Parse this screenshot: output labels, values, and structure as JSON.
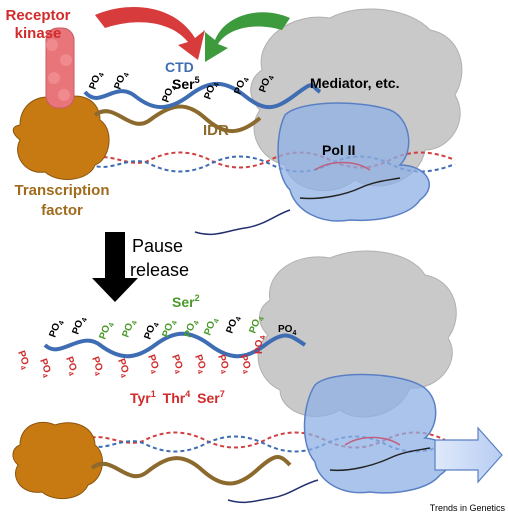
{
  "labels": {
    "receptor_kinase": [
      "Receptor",
      "kinase"
    ],
    "ctd": "CTD",
    "ser5": "Ser",
    "ser5_sup": "5",
    "mediator": "Mediator, etc.",
    "idr": "IDR",
    "pol2_top": "Pol II",
    "transcription_factor": [
      "Transcription",
      "factor"
    ],
    "pause_release": [
      "Pause",
      "release"
    ],
    "ser2": "Ser",
    "ser2_sup": "2",
    "tyr": "Tyr",
    "tyr_sup": "1",
    "thr": "Thr",
    "thr_sup": "4",
    "ser7": "Ser",
    "ser7_sup": "7",
    "po4": "PO",
    "po4_sub": "4",
    "credit": "Trends in Genetics"
  },
  "colors": {
    "receptor": "#e8757a",
    "tf": "#c77a12",
    "ctd": "#3f6db3",
    "idr": "#8c6a2e",
    "mediator": "#c9c9c9",
    "pol": "#8fb0e6",
    "red_arrow": "#d73b3b",
    "green_arrow": "#3d9a3d",
    "tf_text": "#a06b1c",
    "red_text": "#d12b2b",
    "green_text": "#4a9a2a",
    "ctd_text": "#3f6db3"
  }
}
